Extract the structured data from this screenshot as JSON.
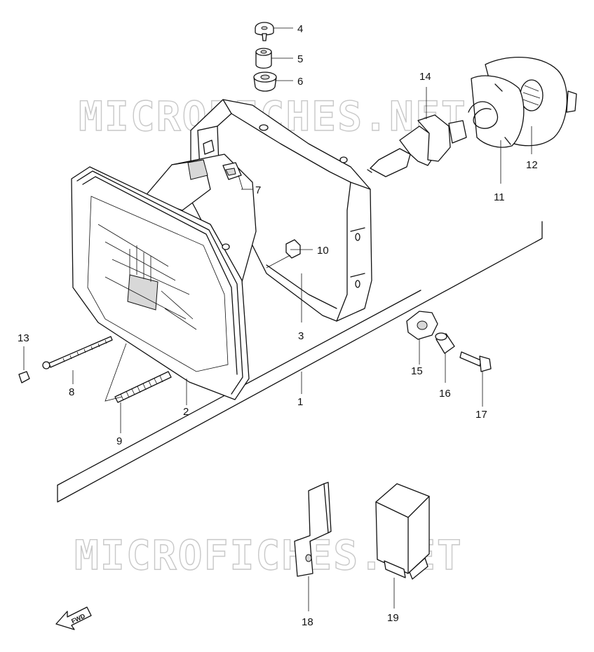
{
  "watermark": {
    "text": "MICROFICHES.NET"
  },
  "direction": {
    "label": "FWD"
  },
  "callouts": [
    {
      "id": "1",
      "label": "1"
    },
    {
      "id": "2",
      "label": "2"
    },
    {
      "id": "3",
      "label": "3"
    },
    {
      "id": "4",
      "label": "4"
    },
    {
      "id": "5",
      "label": "5"
    },
    {
      "id": "6",
      "label": "6"
    },
    {
      "id": "7",
      "label": "7"
    },
    {
      "id": "8",
      "label": "8"
    },
    {
      "id": "9",
      "label": "9"
    },
    {
      "id": "10",
      "label": "10"
    },
    {
      "id": "11",
      "label": "11"
    },
    {
      "id": "12",
      "label": "12"
    },
    {
      "id": "13",
      "label": "13"
    },
    {
      "id": "14",
      "label": "14"
    },
    {
      "id": "15",
      "label": "15"
    },
    {
      "id": "16",
      "label": "16"
    },
    {
      "id": "17",
      "label": "17"
    },
    {
      "id": "18",
      "label": "18"
    },
    {
      "id": "19",
      "label": "19"
    }
  ]
}
